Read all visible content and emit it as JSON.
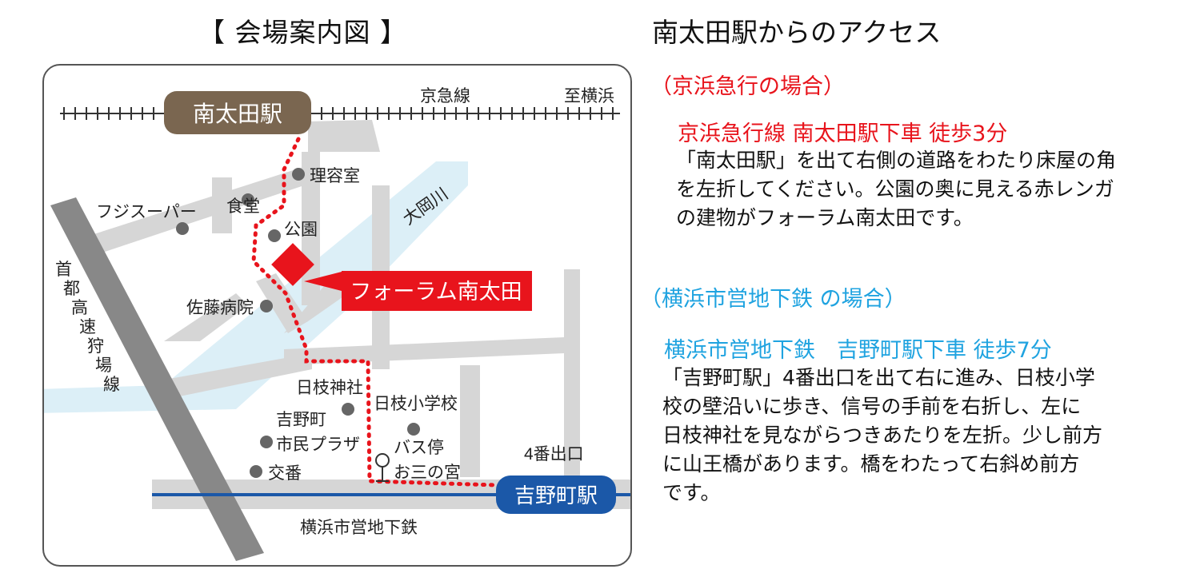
{
  "map": {
    "title": "【 会場案内図 】",
    "labels": {
      "station_minamiota": "南太田駅",
      "station_yoshinocho": "吉野町駅",
      "venue": "フォーラム南太田",
      "keikyu_line": "京急線",
      "to_yokohama": "至横浜",
      "river": "大岡川",
      "expressway": "首都高速狩場線",
      "subway": "横浜市営地下鉄",
      "exit4": "4番出口",
      "fuji_super": "フジスーパー",
      "shokudo": "食堂",
      "riyoshitsu": "理容室",
      "koen": "公園",
      "sato_byoin": "佐藤病院",
      "hie_jinja": "日枝神社",
      "hie_school": "日枝小学校",
      "plaza": [
        "吉野町",
        "市民プラザ"
      ],
      "bus_stop": [
        "バス停",
        "お三の宮"
      ],
      "koban": "交番"
    }
  },
  "access": {
    "title": "南太田駅からのアクセス",
    "keikyu": {
      "heading": "（京浜急行の場合）",
      "line": "京浜急行線 南太田駅下車 徒歩3分",
      "desc": [
        "「南太田駅」を出て右側の道路をわたり床屋の角",
        "を左折してください。公園の奥に見える赤レンガ",
        "の建物がフォーラム南太田です。"
      ]
    },
    "subway": {
      "heading": "（横浜市営地下鉄 の場合）",
      "line": "横浜市営地下鉄　吉野町駅下車 徒歩7分",
      "desc": [
        "「吉野町駅」4番出口を出て右に進み、日枝小学",
        "校の壁沿いに歩き、信号の手前を右折し、左に",
        "日枝神社を見ながらつきあたりを左折。少し前方",
        "に山王橋があります。橋をわたって右斜め前方",
        "です。"
      ]
    }
  },
  "colors": {
    "road": "#d6d6d6",
    "river": "#dceff7",
    "route_dots": "#e8141c",
    "minamiota_badge": "#7a6650",
    "yoshinocho_badge": "#1b58a8",
    "venue": "#e8141c",
    "heading_red": "#e8141c",
    "heading_blue": "#1fa3e0"
  }
}
